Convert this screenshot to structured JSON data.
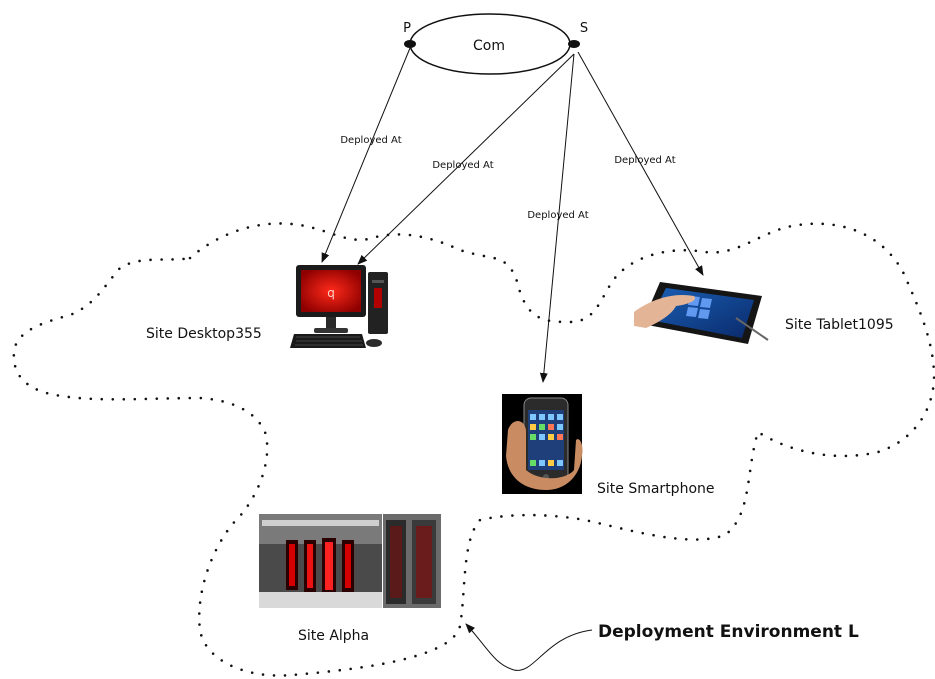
{
  "component": {
    "name": "Com",
    "port_p": "P",
    "port_s": "S"
  },
  "edge_label": "Deployed At",
  "sites": {
    "desktop": "Site Desktop355",
    "tablet": "Site Tablet1095",
    "smartphone": "Site Smartphone",
    "alpha": "Site Alpha"
  },
  "environment_label": "Deployment Environment L"
}
